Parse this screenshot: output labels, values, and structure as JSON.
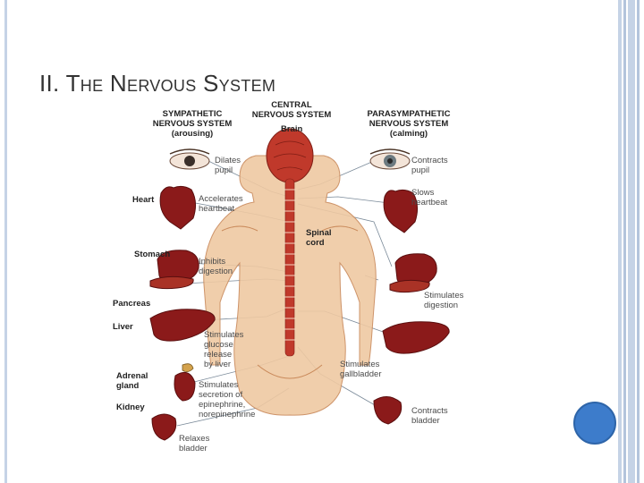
{
  "slide": {
    "title": "II. The Nervous System",
    "colors": {
      "accent_circle": "#3d7ccb",
      "border": "#c5d3e6",
      "organ": "#8b1a1a",
      "body": "#e8b88a",
      "spine": "#c0392b"
    }
  },
  "diagram": {
    "headers": {
      "sympathetic": "SYMPATHETIC\nNERVOUS SYSTEM\n(arousing)",
      "central": "CENTRAL\nNERVOUS SYSTEM",
      "parasympathetic": "PARASYMPATHETIC\nNERVOUS SYSTEM\n(calming)"
    },
    "structure_labels": {
      "brain": "Brain",
      "spinal_cord": "Spinal\ncord"
    },
    "organ_labels": {
      "heart": "Heart",
      "stomach": "Stomach",
      "pancreas": "Pancreas",
      "liver": "Liver",
      "adrenal": "Adrenal\ngland",
      "kidney": "Kidney"
    },
    "sympathetic_effects": {
      "pupil": "Dilates\npupil",
      "heart": "Accelerates\nheartbeat",
      "digestion": "Inhibits\ndigestion",
      "glucose": "Stimulates\nglucose\nrelease\nby liver",
      "epinephrine": "Stimulates\nsecretion of\nepinephrine,\nnorepinephrine",
      "bladder": "Relaxes\nbladder"
    },
    "parasympathetic_effects": {
      "pupil": "Contracts\npupil",
      "heart": "Slows\nheartbeat",
      "digestion": "Stimulates\ndigestion",
      "gallbladder": "Stimulates\ngallbladder",
      "bladder": "Contracts\nbladder"
    }
  }
}
